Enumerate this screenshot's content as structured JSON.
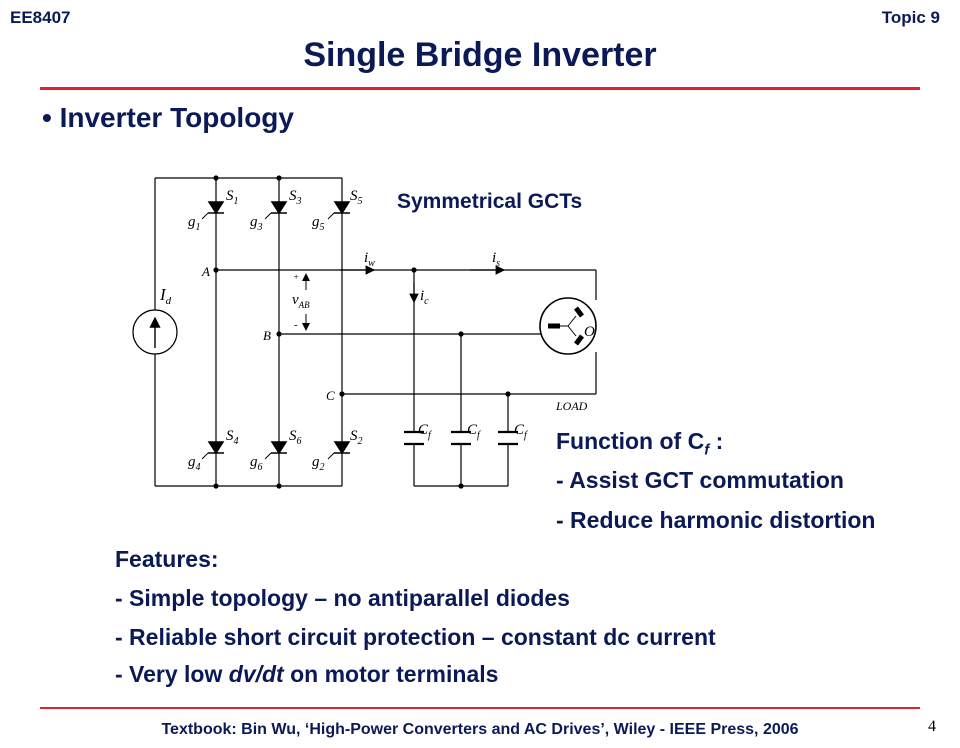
{
  "header": {
    "course": "EE8407",
    "topic": "Topic 9"
  },
  "title": "Single Bridge Inverter",
  "bullet": "Inverter Topology",
  "circuit": {
    "note": "Symmetrical GCTs",
    "labels": {
      "Id": "I",
      "Id_sub": "d",
      "S1": "S",
      "S1_sub": "1",
      "S3": "S",
      "S3_sub": "3",
      "S5": "S",
      "S5_sub": "5",
      "S4": "S",
      "S4_sub": "4",
      "S6": "S",
      "S6_sub": "6",
      "S2": "S",
      "S2_sub": "2",
      "g1": "g",
      "g1_sub": "1",
      "g3": "g",
      "g3_sub": "3",
      "g5": "g",
      "g5_sub": "5",
      "g4": "g",
      "g4_sub": "4",
      "g6": "g",
      "g6_sub": "6",
      "g2": "g",
      "g2_sub": "2",
      "A": "A",
      "B": "B",
      "C": "C",
      "iw": "i",
      "iw_sub": "w",
      "is": "i",
      "is_sub": "s",
      "ic": "i",
      "ic_sub": "c",
      "vab": "v",
      "vab_sub": "AB",
      "plus": "+",
      "minus": "-",
      "cf": "C",
      "cf_sub": "f",
      "load": "LOAD",
      "motor_o": "O"
    }
  },
  "function": {
    "heading_pre": "Function of C",
    "heading_sub": "f",
    "heading_post": " :",
    "items": [
      "- Assist GCT commutation",
      "- Reduce harmonic distortion"
    ]
  },
  "features": {
    "heading": "Features:",
    "items": [
      {
        "pre": "- Simple topology – no antiparallel diodes",
        "em": "",
        "post": ""
      },
      {
        "pre": "- Reliable short circuit protection – constant dc current",
        "em": "",
        "post": ""
      },
      {
        "pre": "- Very low ",
        "em": "dv/dt",
        "post": " on motor terminals"
      }
    ]
  },
  "footer": {
    "textbook": "Textbook: Bin Wu, ‘High-Power Converters and AC Drives’, Wiley - IEEE Press, 2006",
    "page": "4"
  },
  "colors": {
    "text": "#0b1a56",
    "rule": "#e0222a"
  }
}
